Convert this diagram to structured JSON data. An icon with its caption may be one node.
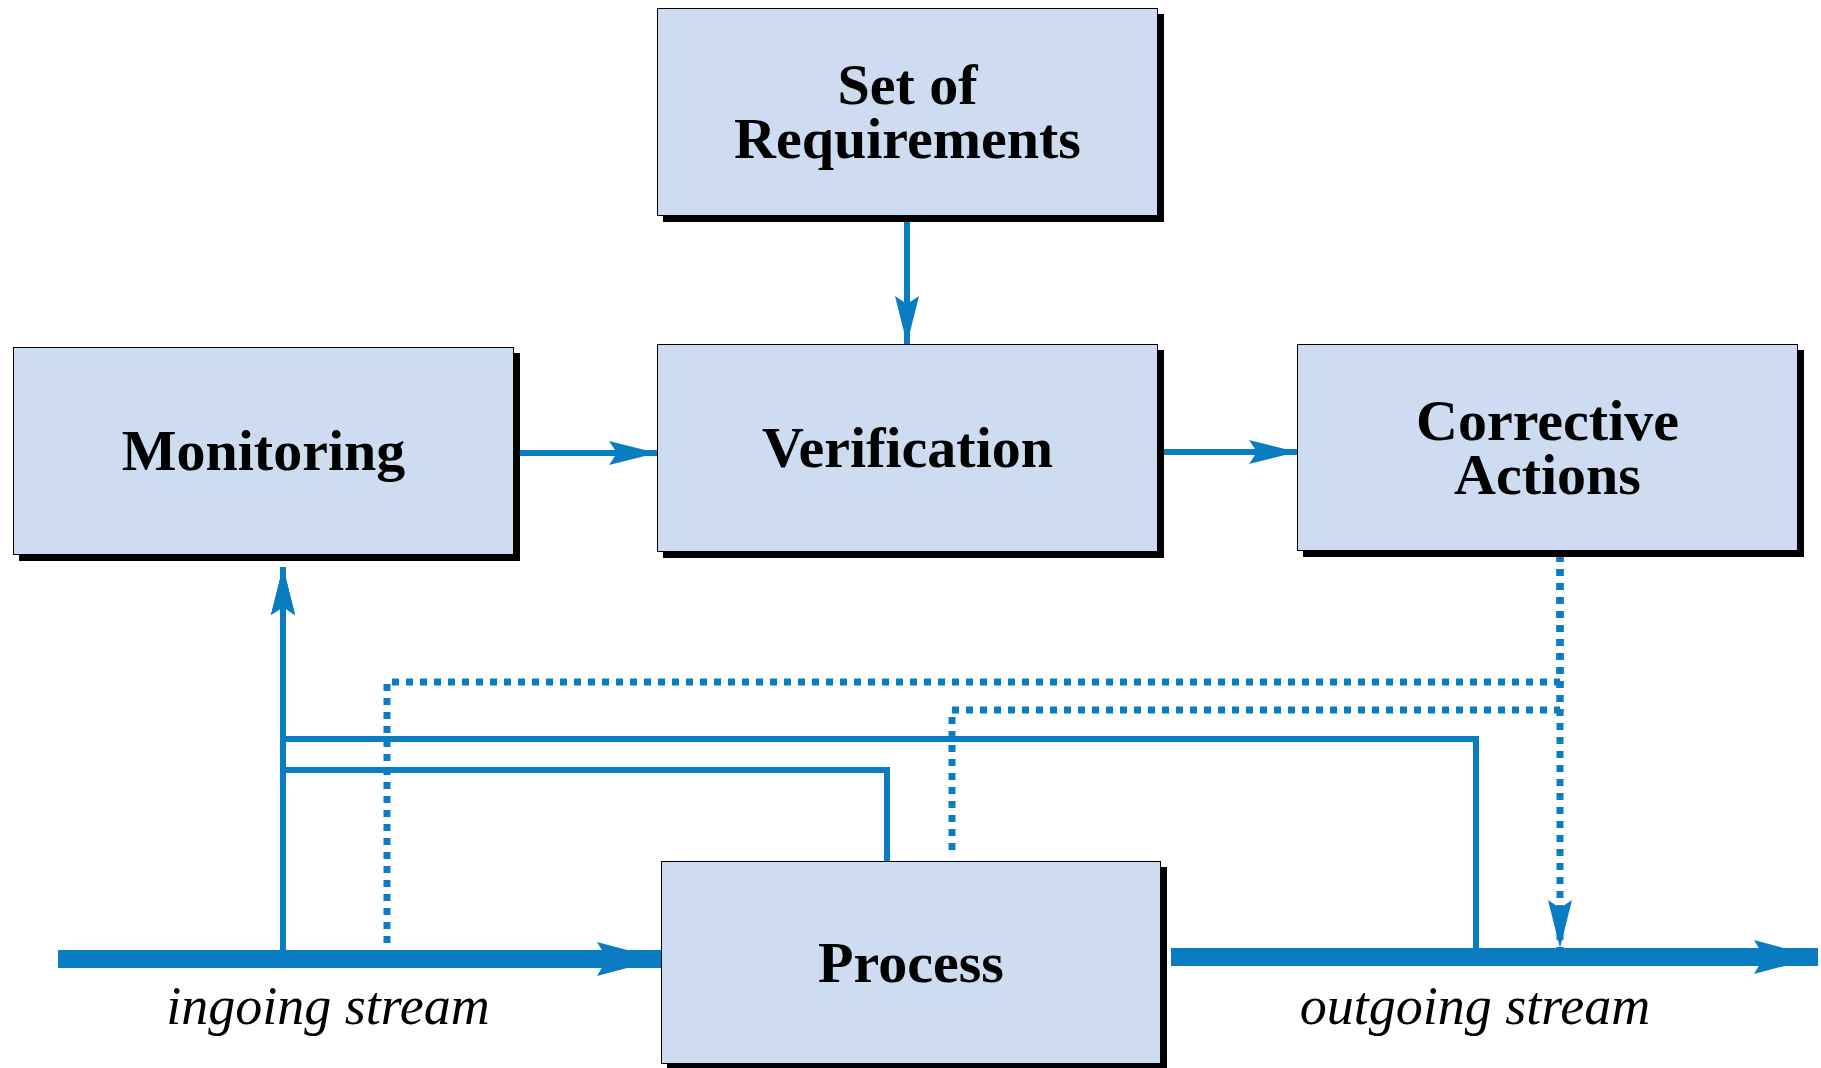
{
  "diagram": {
    "nodes": [
      {
        "text": [
          "Set of Requirements"
        ]
      },
      {
        "text": [
          "Monitoring"
        ]
      },
      {
        "text": [
          "Verification"
        ]
      },
      {
        "text": [
          "Corrective Actions"
        ]
      },
      {
        "text": [
          "Process"
        ]
      }
    ],
    "edges": [
      {
        "from": 0,
        "to": 2,
        "arrow": "to"
      },
      {
        "from": 1,
        "to": 2,
        "arrow": "to"
      },
      {
        "from": 2,
        "to": 3,
        "arrow": "to"
      },
      {
        "from": null,
        "to": 4,
        "arrow": "to",
        "style": "thick",
        "label": "ingoing stream"
      },
      {
        "from": 4,
        "to": null,
        "arrow": "to",
        "style": "thick",
        "label": "outgoing stream"
      },
      {
        "from": null,
        "to": 1,
        "arrow": "to"
      },
      {
        "from": 4,
        "to": 1,
        "arrow": "to"
      },
      {
        "from": null,
        "to": 1,
        "arrow": "to"
      },
      {
        "from": 3,
        "to": null,
        "arrow": "to",
        "style": "dashed"
      },
      {
        "from": 3,
        "to": null,
        "arrow": "none",
        "style": "dashed"
      },
      {
        "from": 3,
        "to": 4,
        "arrow": "none",
        "style": "dashed"
      }
    ]
  }
}
